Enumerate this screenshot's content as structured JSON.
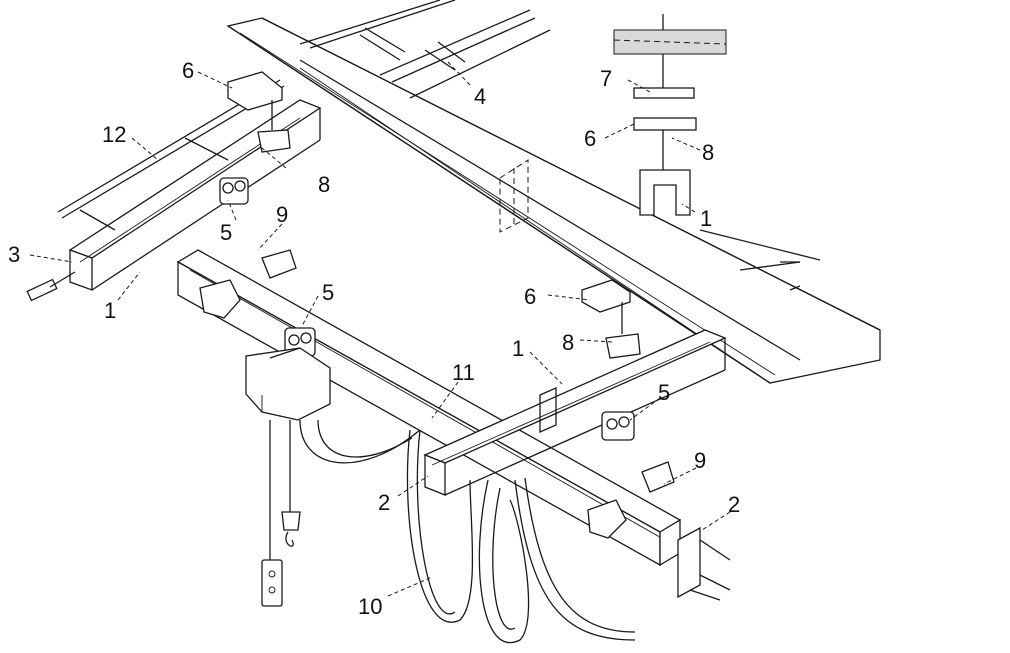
{
  "labels": {
    "l1a": "1",
    "l1b": "1",
    "l1c": "1",
    "l2a": "2",
    "l2b": "2",
    "l3": "3",
    "l4": "4",
    "l5a": "5",
    "l5b": "5",
    "l5c": "5",
    "l6a": "6",
    "l6b": "6",
    "l6c": "6",
    "l7": "7",
    "l8a": "8",
    "l8b": "8",
    "l8c": "8",
    "l9a": "9",
    "l9b": "9",
    "l10": "10",
    "l11": "11",
    "l12": "12"
  }
}
